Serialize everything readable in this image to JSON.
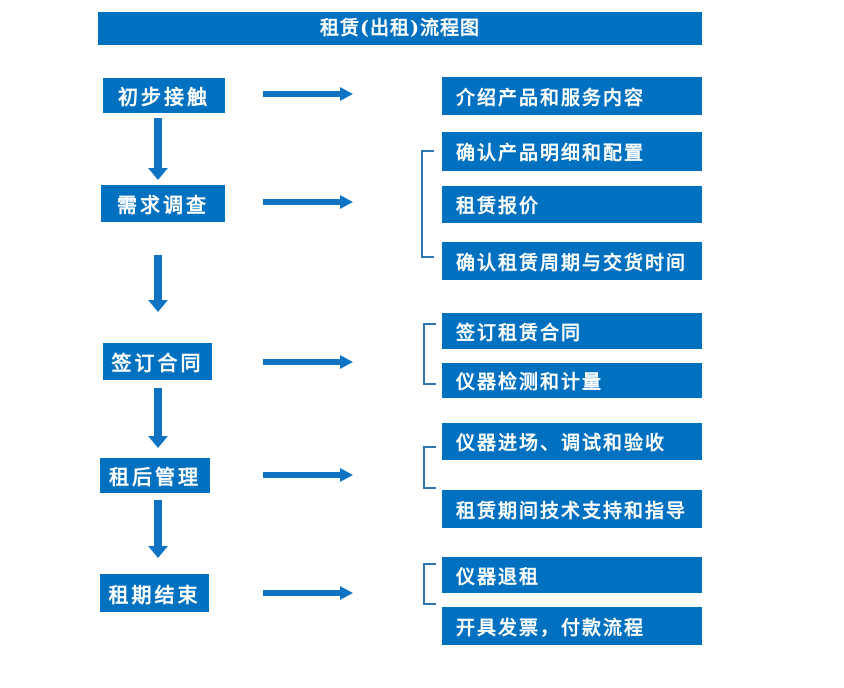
{
  "title": "租赁(出租)流程图",
  "colors": {
    "box": "#0070C0",
    "arrow": "#0E73C2",
    "bracket": "#2E75B6",
    "text": "#FFFFFF",
    "background": "#FFFFFF"
  },
  "flow": {
    "steps": [
      {
        "label": "初步接触"
      },
      {
        "label": "需求调查"
      },
      {
        "label": "签订合同"
      },
      {
        "label": "租后管理"
      },
      {
        "label": "租期结束"
      }
    ],
    "details": [
      {
        "step": "初步接触",
        "items": [
          "介绍产品和服务内容"
        ]
      },
      {
        "step": "需求调查",
        "items": [
          "确认产品明细和配置",
          "租赁报价",
          "确认租赁周期与交货时间"
        ]
      },
      {
        "step": "签订合同",
        "items": [
          "签订租赁合同",
          "仪器检测和计量"
        ]
      },
      {
        "step": "租后管理",
        "items": [
          "仪器进场、调试和验收",
          "租赁期间技术支持和指导"
        ]
      },
      {
        "step": "租期结束",
        "items": [
          "仪器退租",
          "开具发票，付款流程"
        ]
      }
    ]
  }
}
